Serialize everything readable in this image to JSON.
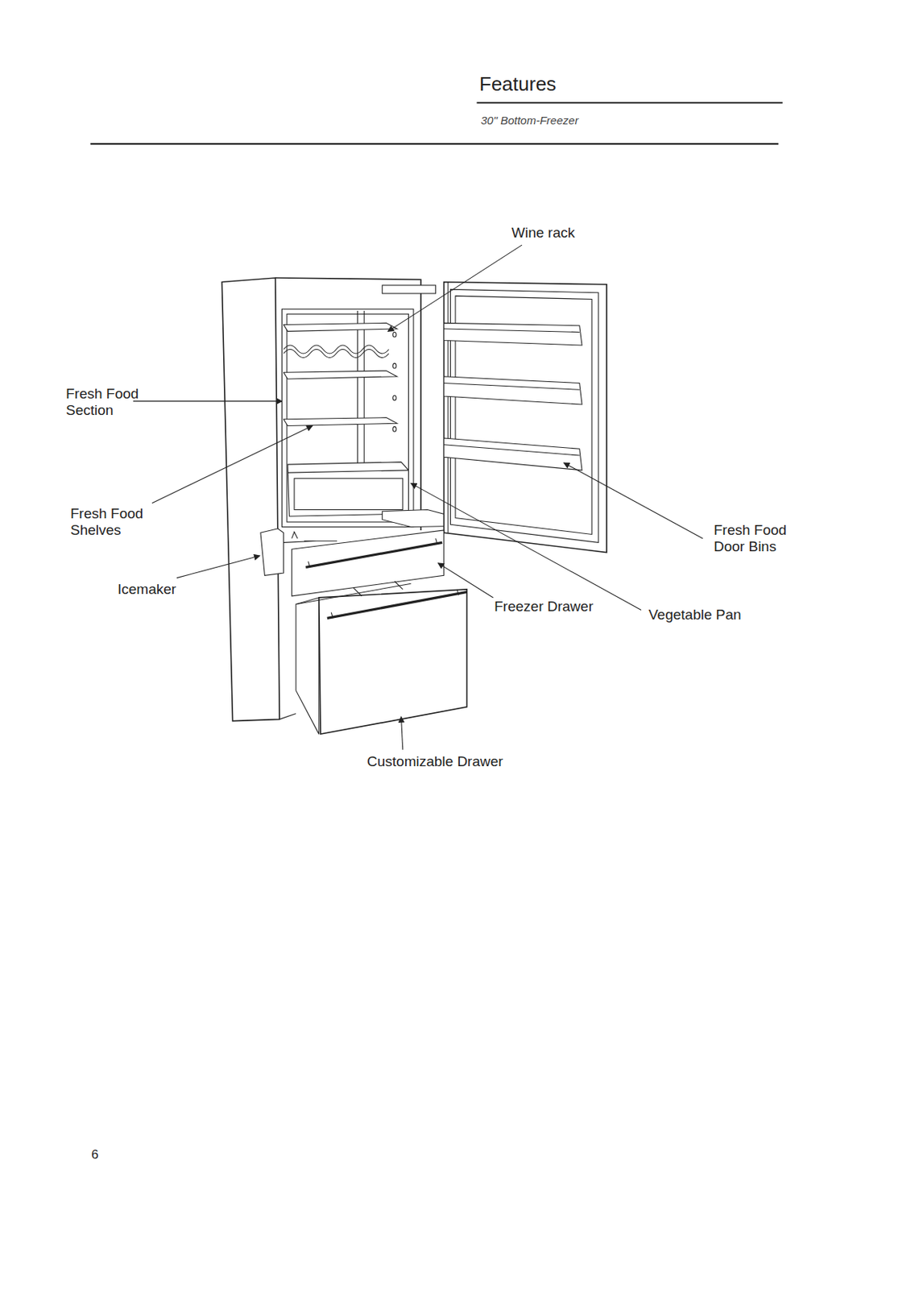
{
  "diagram": {
    "title": "Features",
    "labels": [
      "30\" Bottom-Freezer",
      "Wine rack",
      "Fresh Food Section",
      "Fresh Food Shelves",
      "Icemaker",
      "Freezer Drawer",
      "Vegetable Pan",
      "Fresh Food Door Bins",
      "Customizable Drawer",
      "6"
    ]
  }
}
